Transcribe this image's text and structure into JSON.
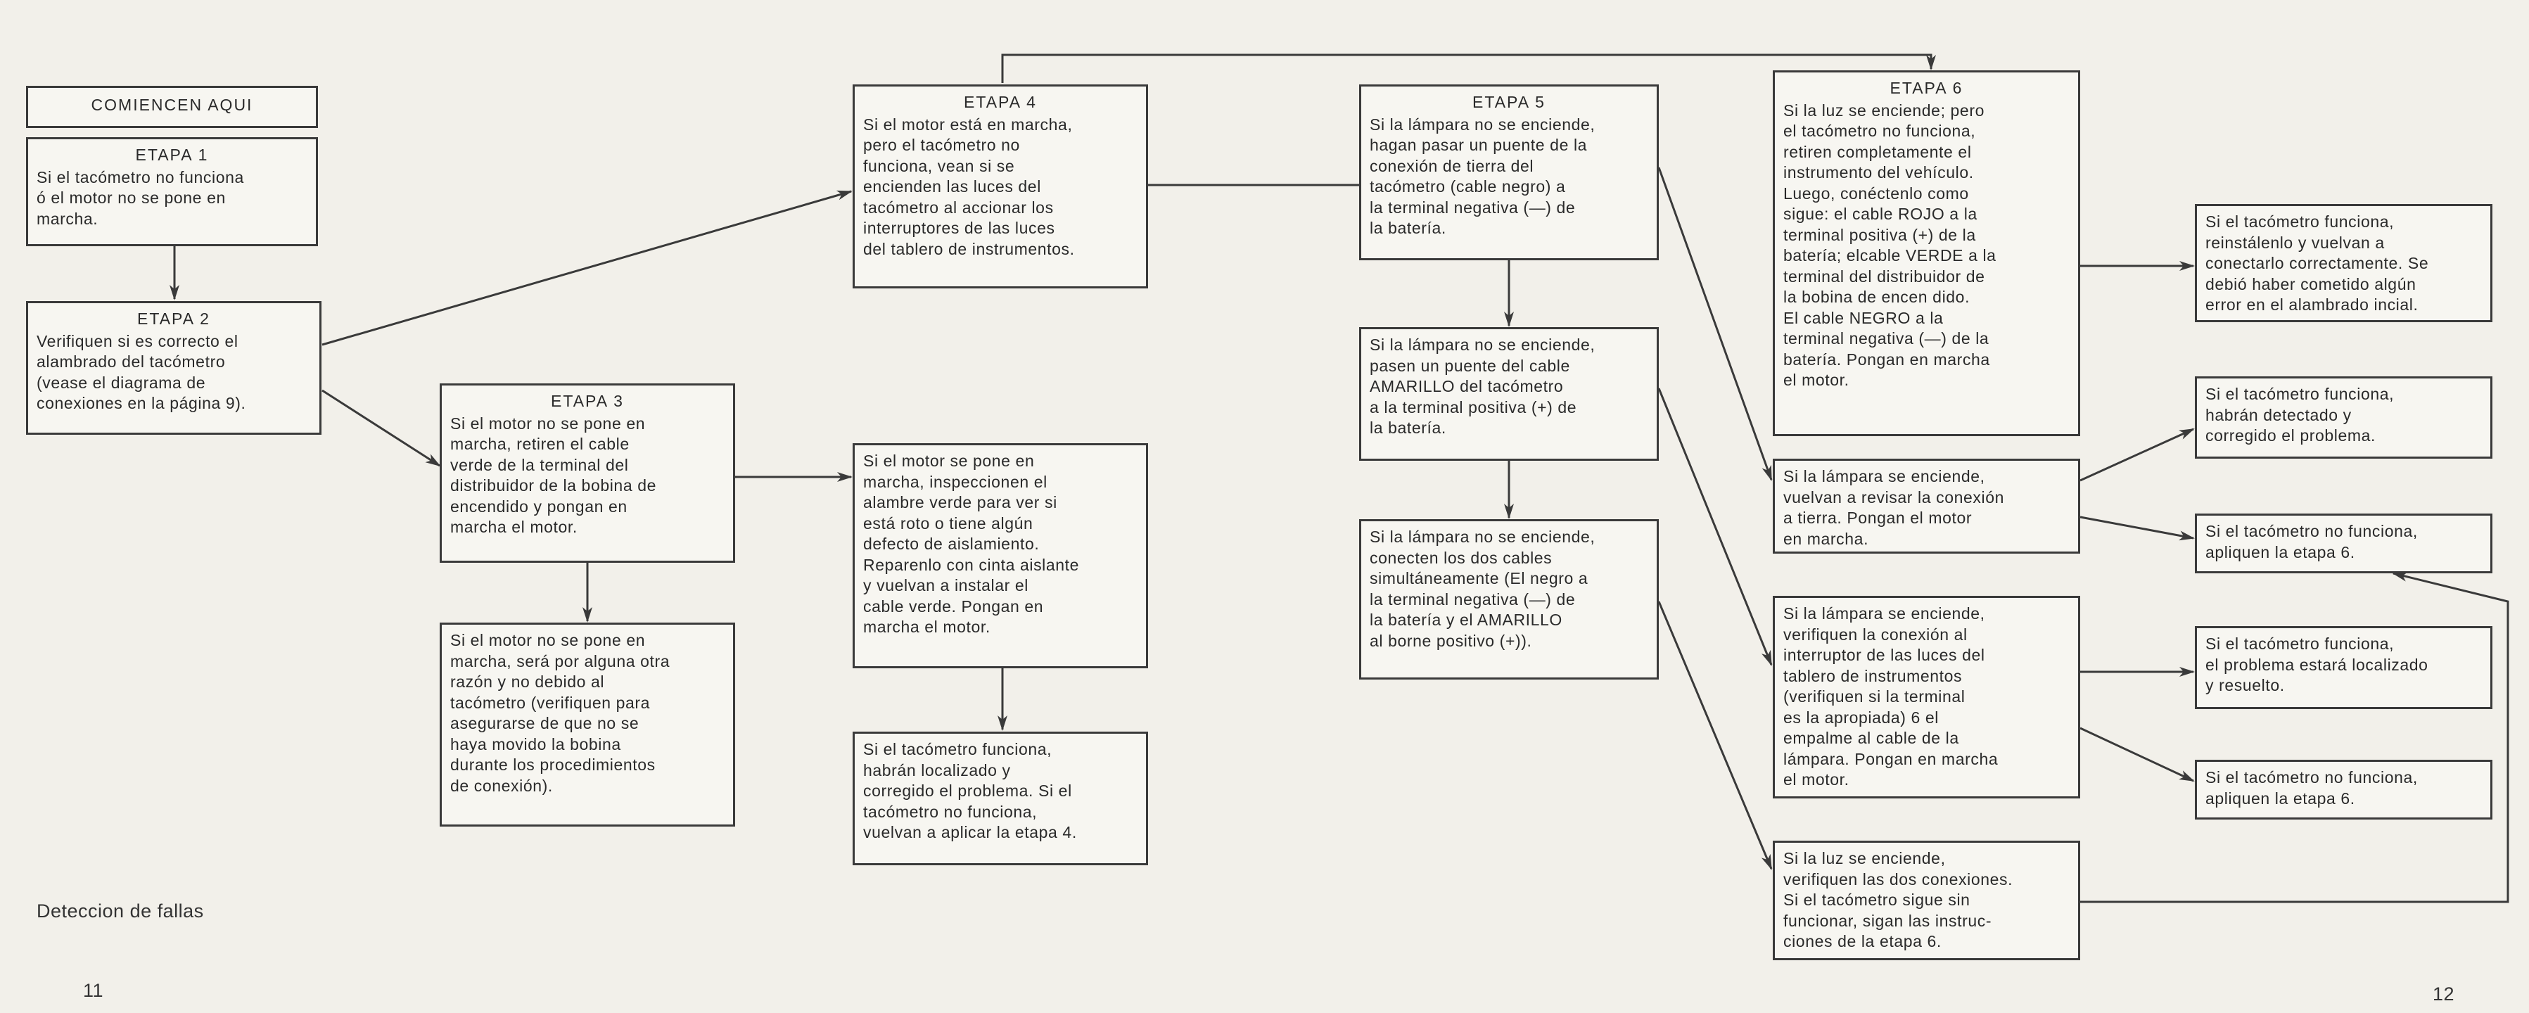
{
  "start_label": "COMIENCEN AQUI",
  "boxes": {
    "etapa1": {
      "title": "ETAPA 1",
      "body": "Si el tacómetro no funciona\nó el motor no se pone en\nmarcha."
    },
    "etapa2": {
      "title": "ETAPA 2",
      "body": "Verifiquen si es correcto el\nalambrado del tacómetro\n(vease el diagrama de\nconexiones en la página 9)."
    },
    "etapa3": {
      "title": "ETAPA 3",
      "body": "Si el motor no se pone en\nmarcha, retiren el cable\nverde de la terminal del\ndistribuidor de la bobina de\nencendido y pongan en\nmarcha el motor."
    },
    "e3_no": {
      "body": "Si el motor no se pone en\nmarcha, será por alguna otra\nrazón y no debido al\ntacómetro (verifiquen para\nasegurarse de que no se\nhaya movido la bobina\ndurante los procedimientos\nde conexión)."
    },
    "e3_si": {
      "body": "Si el motor se pone en\nmarcha, inspeccionen el\nalambre verde para ver si\nestá roto o tiene algún\ndefecto de aislamiento.\nReparenlo con cinta aislante\ny vuelvan a instalar el\ncable verde. Pongan en\nmarcha el motor."
    },
    "e3_tac": {
      "body": "Si el tacómetro funciona,\nhabrán localizado y\ncorregido el problema. Si el\ntacómetro no funciona,\nvuelvan a aplicar la etapa 4."
    },
    "etapa4": {
      "title": "ETAPA 4",
      "body": "Si el motor está en marcha,\npero el tacómetro no\nfunciona, vean si se\nencienden las luces del\ntacómetro al accionar los\ninterruptores de las luces\ndel tablero de instrumentos."
    },
    "etapa5": {
      "title": "ETAPA 5",
      "body": "Si la lámpara no se enciende,\nhagan pasar un puente de la\nconexión de tierra del\ntacómetro (cable negro) a\nla terminal negativa (—) de\nla batería."
    },
    "e5_b": {
      "body": "Si la lámpara no se enciende,\npasen un puente del cable\nAMARILLO del tacómetro\na la terminal positiva (+) de\nla batería."
    },
    "e5_c": {
      "body": "Si la lámpara no se enciende,\nconecten los dos cables\nsimultáneamente (El negro a\nla terminal negativa (—) de\nla batería y el AMARILLO\nal borne positivo (+))."
    },
    "etapa6": {
      "title": "ETAPA 6",
      "body": "Si la luz se enciende; pero\nel tacómetro no funciona,\nretiren completamente el\ninstrumento del vehículo.\nLuego, conéctenlo como\nsigue: el cable ROJO a la\nterminal positiva (+) de la\nbatería; elcable VERDE a la\nterminal del distribuidor de\nla bobina de encen dido.\nEl cable NEGRO a la\nterminal negativa (—) de la\nbatería. Pongan en marcha\nel motor."
    },
    "e6_ok": {
      "body": "Si el tacómetro funciona,\nreinstálenlo y vuelvan a\nconectarlo correctamente. Se\ndebió haber cometido algún\nerror en el alambrado incial."
    },
    "lamp_a": {
      "body": "Si la lámpara se enciende,\nvuelvan a revisar la conexión\na tierra. Pongan el motor\nen marcha."
    },
    "lamp_a_ok": {
      "body": "Si el tacómetro funciona,\nhabrán detectado y\ncorregido el problema."
    },
    "lamp_a_no": {
      "body": "Si el tacómetro no funciona,\napliquen la etapa 6."
    },
    "lamp_b": {
      "body": "Si la lámpara se enciende,\nverifiquen la conexión al\ninterruptor de las luces del\ntablero de instrumentos\n(verifiquen si la terminal\nes la apropiada) 6 el\nempalme al cable de la\nlámpara. Pongan en marcha\nel motor."
    },
    "lamp_b_ok": {
      "body": "Si el tacómetro funciona,\nel problema estará localizado\ny resuelto."
    },
    "lamp_b_no": {
      "body": "Si el tacómetro no funciona,\napliquen la etapa 6."
    },
    "luz": {
      "body": "Si la luz se enciende,\nverifiquen las dos conexiones.\nSi el tacómetro sigue sin\nfuncionar, sigan las instruc-\nciones de la etapa 6."
    }
  },
  "caption": "Deteccion de fallas",
  "page_left": "11",
  "page_right": "12",
  "colors": {
    "background": "#f2f0ea",
    "line": "#3a3a3a",
    "box_fill": "#f7f6f1"
  }
}
